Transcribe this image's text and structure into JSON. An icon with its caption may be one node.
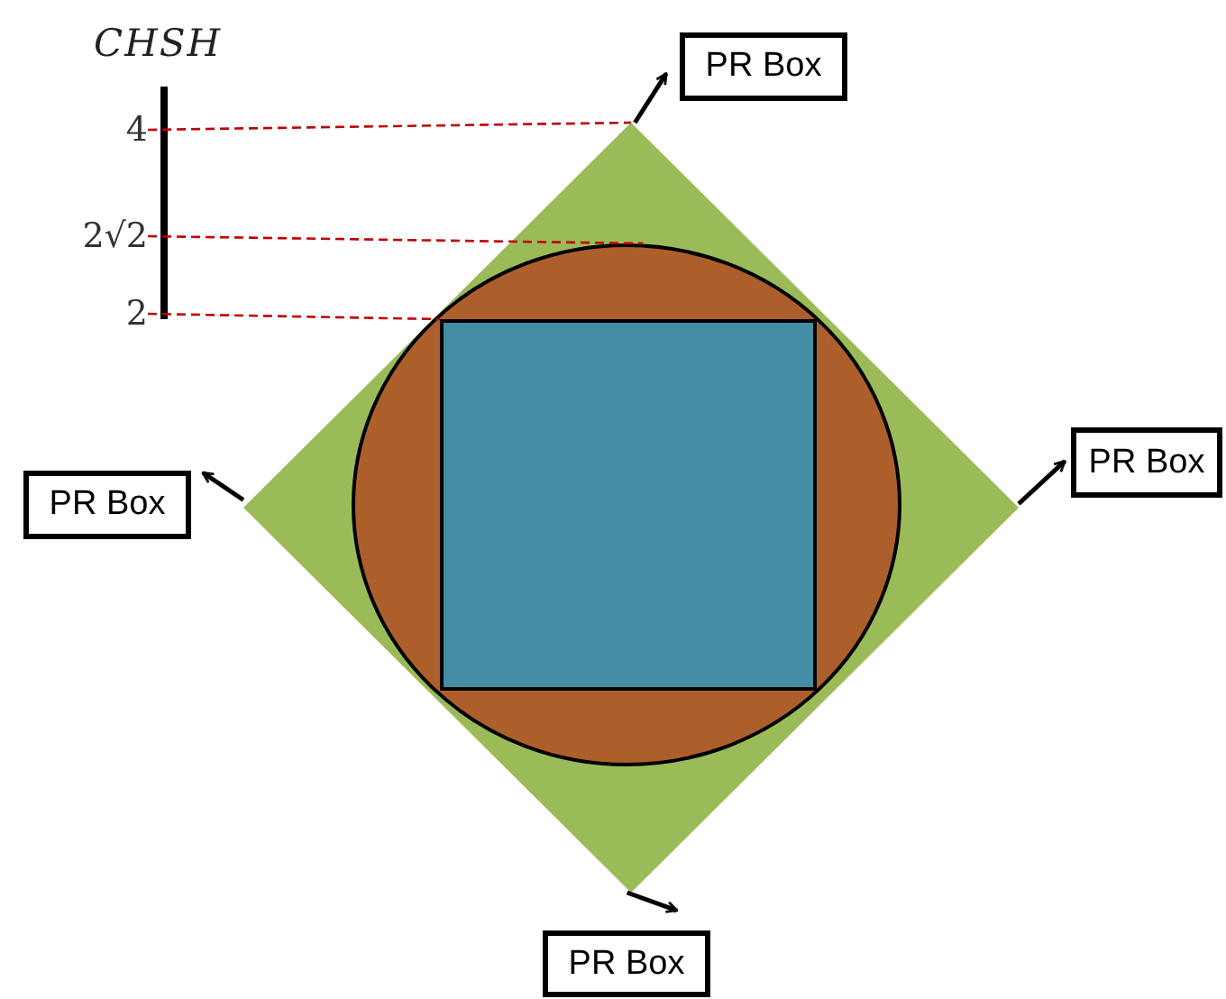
{
  "diagram": {
    "nodes": [
      {
        "text": [
          "4"
        ]
      },
      {
        "text": [
          "PR Box"
        ]
      },
      {
        "text": [
          "2√2"
        ]
      },
      {
        "text": [
          "2"
        ]
      },
      {
        "text": [],
        "shape": "diamond"
      },
      {
        "text": [],
        "shape": "circle",
        "in": 4
      },
      {
        "text": [],
        "shape": "box",
        "in": 5
      },
      {
        "text": [
          "PR Box"
        ]
      },
      {
        "text": [
          "PR Box"
        ]
      },
      {
        "text": [
          "PR Box"
        ]
      }
    ],
    "edges": [
      {
        "from": 0,
        "to": 4,
        "arrow": "none",
        "style": "dashed",
        "color": "#c00000"
      },
      {
        "from": 2,
        "to": 5,
        "arrow": "none",
        "style": "dashed",
        "color": "#c00000"
      },
      {
        "from": 3,
        "to": 6,
        "arrow": "none",
        "style": "dashed",
        "color": "#c00000"
      },
      {
        "from": 4,
        "to": 1,
        "arrow": "to"
      },
      {
        "from": 4,
        "to": 7,
        "arrow": "to"
      },
      {
        "from": 4,
        "to": 8,
        "arrow": "to"
      },
      {
        "from": 4,
        "to": 9,
        "arrow": "to"
      }
    ],
    "labels": [
      "CHSH"
    ]
  }
}
